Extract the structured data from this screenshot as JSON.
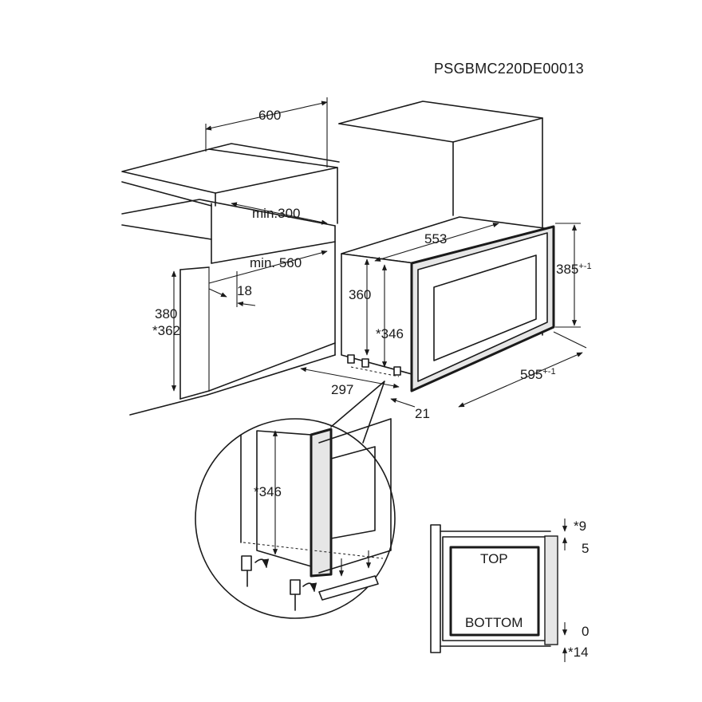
{
  "drawing": {
    "code": "PSGBMC220DE00013"
  },
  "dimensions": {
    "cabinet_width": "600",
    "min_depth_top": "min.300",
    "min_depth_niche": "min. 560",
    "gap": "18",
    "niche_height": "380",
    "niche_height_alt": "*362",
    "appliance_depth": "553",
    "body_height": "360",
    "body_height_alt": "*346",
    "front_height": "385",
    "front_height_tol": "+-1",
    "front_width": "595",
    "front_width_tol": "+-1",
    "foot_offset": "297",
    "frame_offset": "21",
    "detail_height": "*346"
  },
  "frame_detail": {
    "top_label": "TOP",
    "bottom_label": "BOTTOM",
    "top_gap": "*9",
    "top_offset": "5",
    "bottom_offset": "0",
    "bottom_gap": "*14"
  }
}
